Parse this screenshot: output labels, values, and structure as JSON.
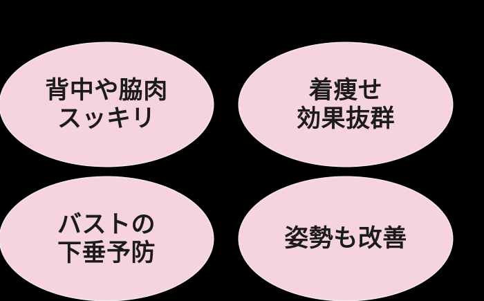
{
  "colors": {
    "background": "#000000",
    "bubble_fill": "#f5d3e0",
    "bubble_edge": "#f9e7ee",
    "text": "#1b1b1b"
  },
  "bubbles": [
    {
      "id": "benefit-back-side-fat",
      "lines": [
        "背中や脇肉",
        "スッキリ"
      ]
    },
    {
      "id": "benefit-slimming-look",
      "lines": [
        "着痩せ",
        "効果抜群"
      ]
    },
    {
      "id": "benefit-bust-sag-prevention",
      "lines": [
        "バストの",
        "下垂予防"
      ]
    },
    {
      "id": "benefit-posture-improvement",
      "lines": [
        "姿勢も改善"
      ]
    }
  ]
}
